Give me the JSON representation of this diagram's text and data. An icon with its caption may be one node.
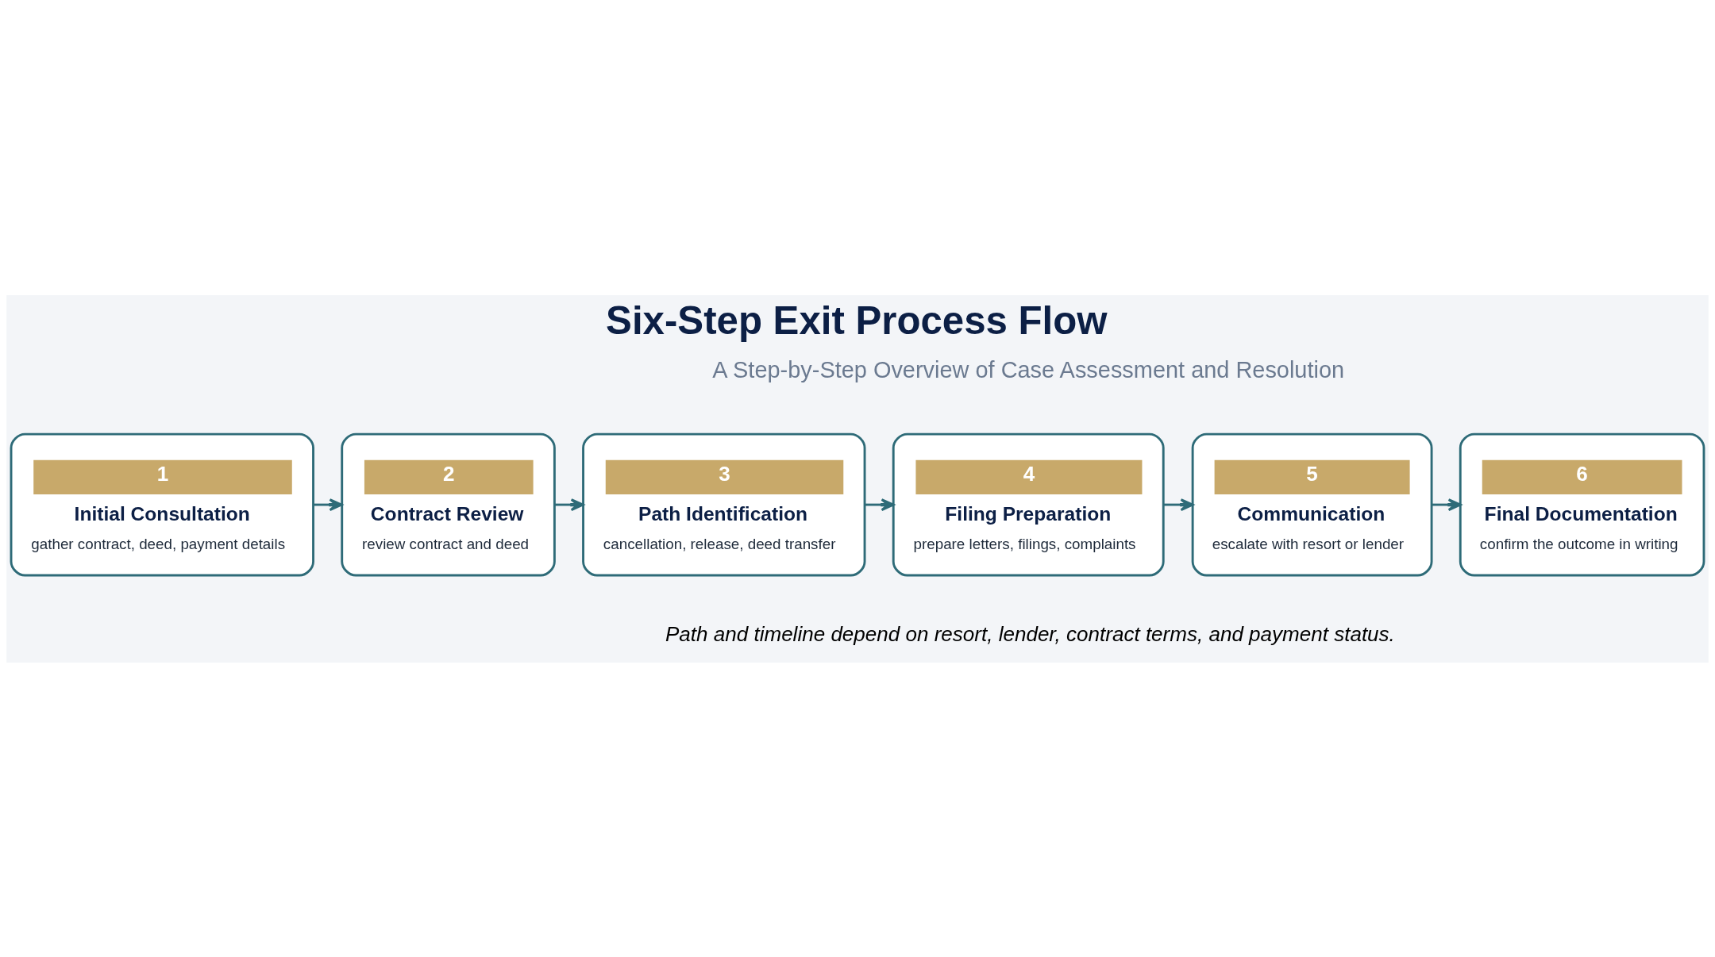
{
  "diagram": {
    "title": "Six-Step Exit Process Flow",
    "caption": "Path and timeline depend on resort, lender, contract terms, and payment status.",
    "nodes": [
      {
        "text": [
          "1",
          "Initial Consultation",
          "gather contract, deed, payment details"
        ]
      },
      {
        "text": [
          "2",
          "Contract Review",
          "review contract and deed"
        ]
      },
      {
        "text": [
          "3",
          "Path Identification",
          "cancellation, release, deed transfer"
        ]
      },
      {
        "text": [
          "4",
          "Filing Preparation",
          "prepare letters, filings, complaints"
        ]
      },
      {
        "text": [
          "5",
          "Communication",
          "escalate with resort or lender"
        ]
      },
      {
        "text": [
          "6",
          "Final Documentation",
          "confirm the outcome in writing"
        ]
      }
    ],
    "edges": [
      {
        "from": 0,
        "to": 1,
        "arrow": "to"
      },
      {
        "from": 1,
        "to": 2,
        "arrow": "to"
      },
      {
        "from": 2,
        "to": 3,
        "arrow": "to"
      },
      {
        "from": 3,
        "to": 4,
        "arrow": "to"
      },
      {
        "from": 4,
        "to": 5,
        "arrow": "to"
      }
    ],
    "labels": [
      "A Step-by-Step Overview of Case Assessment and Resolution"
    ]
  }
}
